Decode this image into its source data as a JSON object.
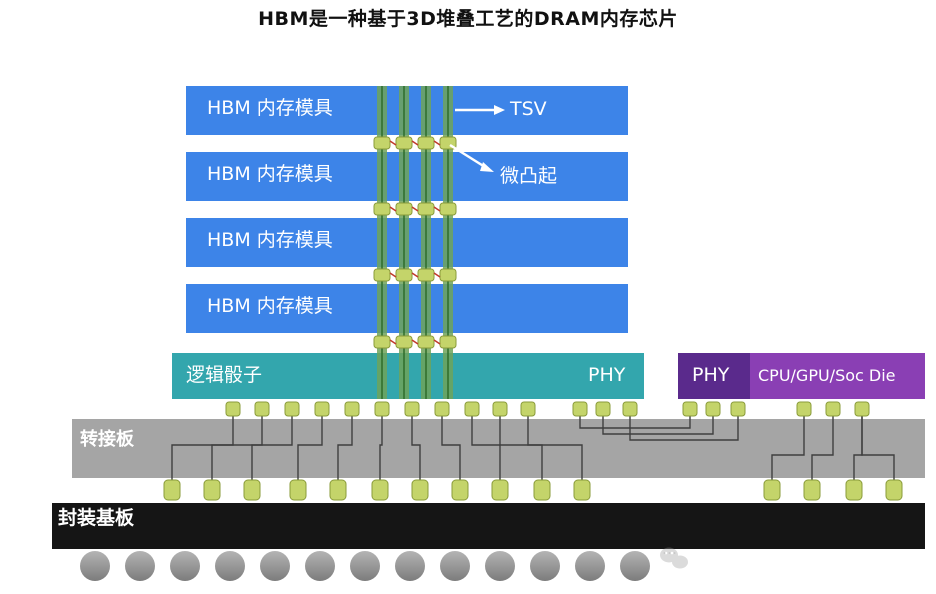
{
  "title": "HBM是一种基于3D堆叠工艺的DRAM内存芯片",
  "memory_dies": [
    {
      "label": "HBM 内存模具"
    },
    {
      "label": "HBM 内存模具"
    },
    {
      "label": "HBM 内存模具"
    },
    {
      "label": "HBM 内存模具"
    }
  ],
  "annotations": {
    "tsv": "TSV",
    "microbump": "微凸起"
  },
  "logic_die": {
    "label": "逻辑骰子",
    "phy": "PHY"
  },
  "processor_die": {
    "phy": "PHY",
    "label": "CPU/GPU/Soc Die"
  },
  "interposer": {
    "label": "转接板"
  },
  "substrate": {
    "label": "封装基板"
  },
  "watermark": "…",
  "colors": {
    "memory_die": "#3d84e8",
    "logic_die": "#33a6ad",
    "processor_die": "#8a3fb4",
    "processor_phy": "#5a2a8c",
    "interposer": "#a5a5a5",
    "substrate": "#151515",
    "bump": "#c4d46a",
    "solder_ball": "#9a9a9a"
  }
}
